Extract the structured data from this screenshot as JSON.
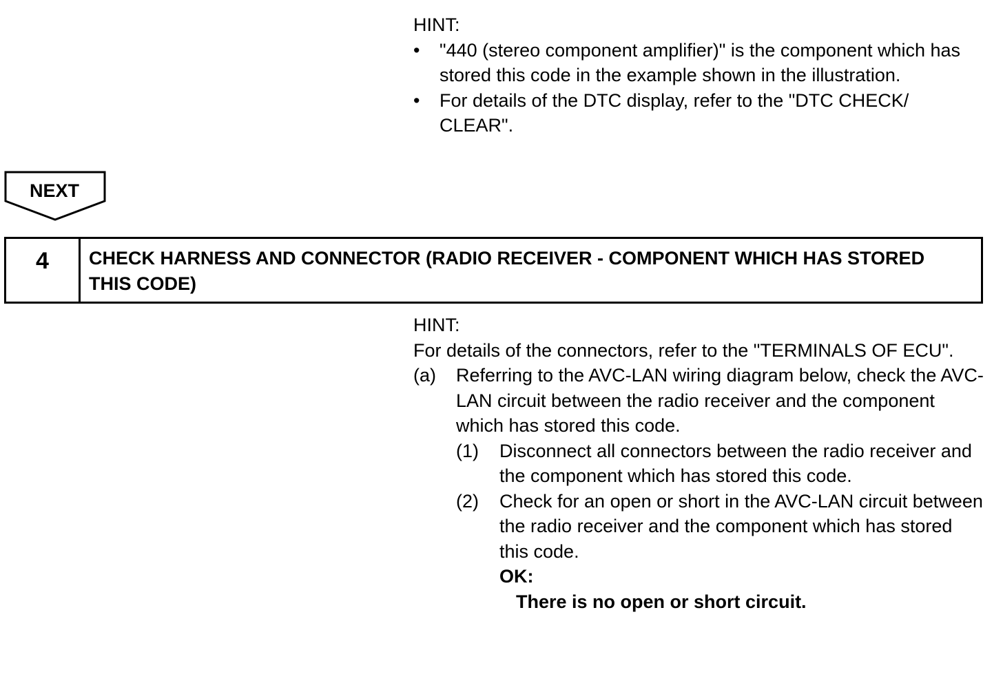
{
  "top_hint": {
    "label": "HINT:",
    "bullets": [
      "\"440 (stereo component amplifier)\" is the component which has stored this code in the example shown in the illustration.",
      "For details of the DTC display, refer to the \"DTC CHECK/ CLEAR\"."
    ],
    "bullet_symbol": "•"
  },
  "next_button": {
    "label": "NEXT"
  },
  "step": {
    "number": "4",
    "title": "CHECK HARNESS AND CONNECTOR (RADIO RECEIVER - COMPONENT WHICH HAS STORED THIS CODE)"
  },
  "bottom_hint": {
    "label": "HINT:",
    "text": "For details of the connectors, refer to the \"TERMINALS OF ECU\".",
    "item_a": {
      "marker": "(a)",
      "text": "Referring to the AVC-LAN wiring diagram below, check the AVC-LAN circuit between the radio receiver and the component which has stored this code.",
      "sub_items": [
        {
          "marker": "(1)",
          "text": "Disconnect all connectors between the radio receiver and the component which has stored this code."
        },
        {
          "marker": "(2)",
          "text": "Check for an open or short in the AVC-LAN circuit between the radio receiver and the component which has stored this code."
        }
      ],
      "ok_label": "OK:",
      "ok_result": "There is no open or short circuit."
    }
  }
}
